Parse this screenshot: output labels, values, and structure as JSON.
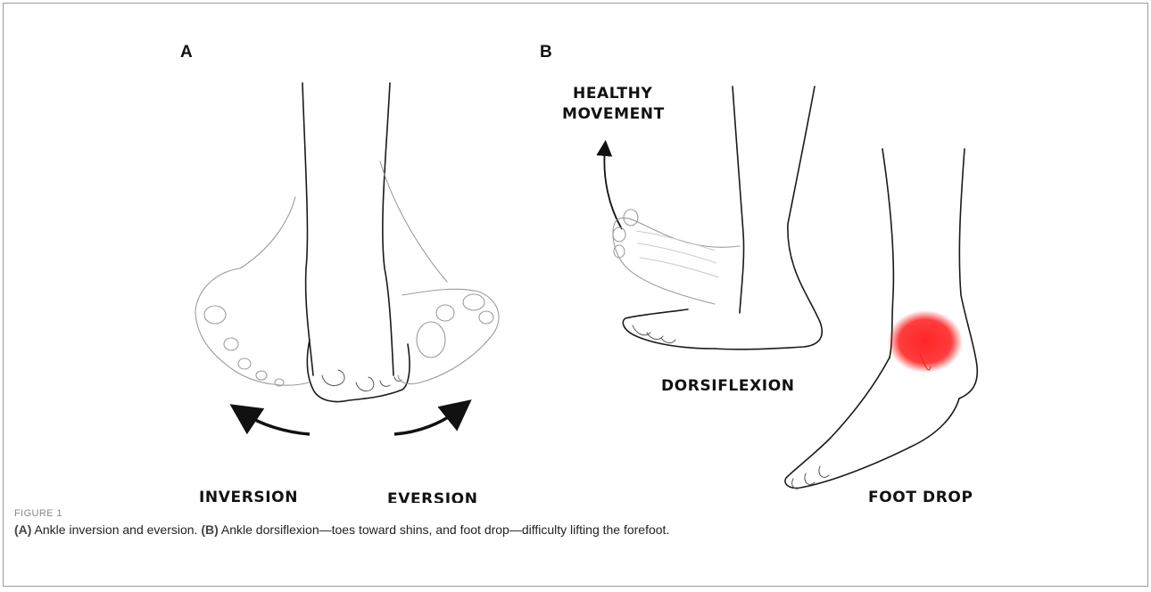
{
  "figure": {
    "panel_a": "A",
    "panel_b": "B",
    "labels": {
      "inversion": "INVERSION",
      "eversion": "EVERSION",
      "healthy_movement_line1": "HEALTHY",
      "healthy_movement_line2": "MOVEMENT",
      "dorsiflexion": "DORSIFLEXION",
      "foot_drop": "FOOT DROP"
    },
    "colors": {
      "inflammation": "#ff1a1a",
      "ink": "#1a1a1a"
    }
  },
  "caption": {
    "figure_number": "FIGURE 1",
    "part_a_tag": "(A)",
    "part_a_text": " Ankle inversion and eversion. ",
    "part_b_tag": "(B)",
    "part_b_text": " Ankle dorsiflexion—toes toward shins, and foot drop—difficulty lifting the forefoot."
  }
}
